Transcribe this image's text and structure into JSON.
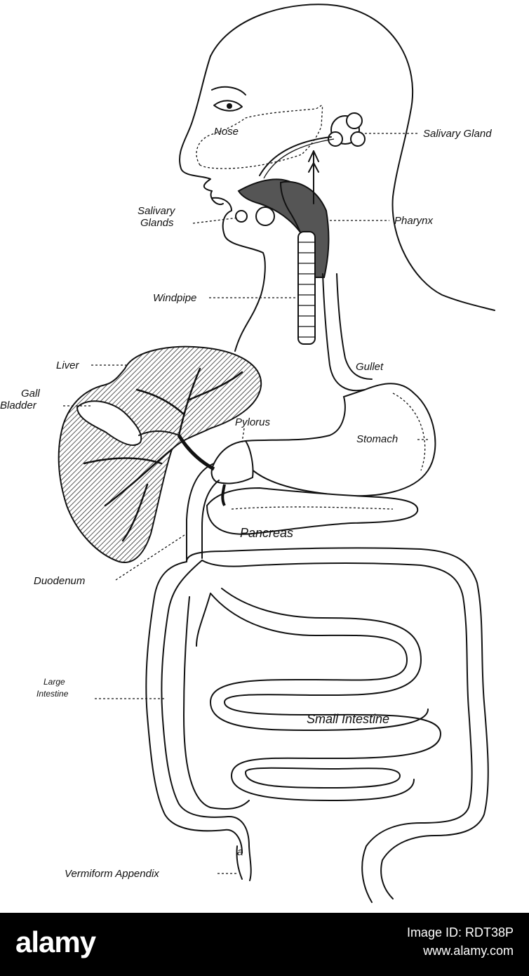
{
  "labels": {
    "nose": "Nose",
    "salivary_gland": "Salivary Gland",
    "salivary_glands_1": "Salivary",
    "salivary_glands_2": "Glands",
    "pharynx": "Pharynx",
    "windpipe": "Windpipe",
    "liver": "Liver",
    "gall_bladder_1": "Gall",
    "gall_bladder_2": "Bladder",
    "gullet": "Gullet",
    "pylorus": "Pylorus",
    "stomach": "Stomach",
    "pancreas": "Pancreas",
    "duodenum": "Duodenum",
    "large_intestine_1": "Large",
    "large_intestine_2": "Intestine",
    "small_intestine": "Small Intestine",
    "appendix_marker": "a",
    "vermiform_appendix": "Vermiform Appendix"
  },
  "footer": {
    "brand": "alamy",
    "image_id": "Image ID: RDT38P",
    "site": "www.alamy.com"
  },
  "colors": {
    "ink": "#111111",
    "footer_bg": "#000000",
    "footer_text": "#ffffff"
  }
}
